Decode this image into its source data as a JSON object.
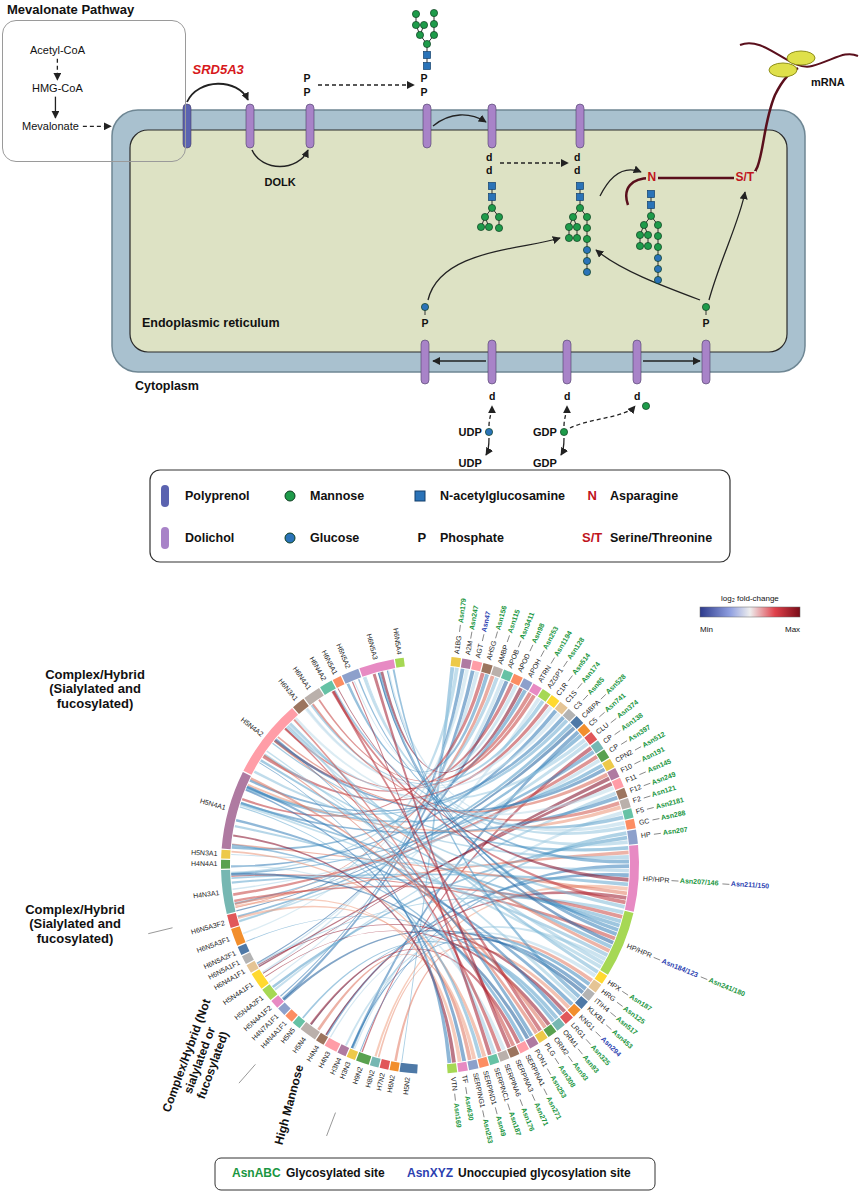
{
  "diagram": {
    "nodes": [
      {
        "text": [
          "Mevalonate Pathway"
        ]
      },
      {
        "text": [
          "Acetyl-CoA"
        ],
        "in": 0
      },
      {
        "text": [
          "HMG-CoA"
        ],
        "in": 0
      },
      {
        "text": [
          "Mevalonate"
        ],
        "in": 0
      },
      {
        "text": [
          "Endoplasmic reticulum"
        ]
      }
    ],
    "edges": [
      {
        "from": 1,
        "to": 2,
        "arrow": "to"
      },
      {
        "from": 2,
        "to": 3,
        "arrow": "to"
      },
      {
        "from": 3,
        "to": 4,
        "arrow": "to"
      }
    ],
    "labels": [
      "SRD5A3",
      "DOLK",
      "P",
      "P",
      "P",
      "P",
      "d",
      "d",
      "d",
      "d",
      "N",
      "S/T",
      "mRNA",
      "P",
      "P",
      "d",
      "d",
      "d",
      "UDP",
      "GDP",
      "UDP",
      "GDP",
      "Cytoplasm",
      "N",
      "P",
      "S/T",
      "log₂ fold-change",
      "Max",
      "Min",
      "AsnABC",
      "AsnXYZ",
      "Complex/Hybrid (Sialylated and fucosylated)",
      "Complex/Hybrid (Sialylated and fucosylated)",
      "Complex/Hybrid (Not sialylated or fucosylated)",
      "High Mannose",
      "H5N2",
      "H6N2",
      "H7N2",
      "H8N2",
      "H9N2",
      "H3N3",
      "H3N4",
      "H4N3",
      "H4N4",
      "H5N4",
      "H5N5",
      "H4N4A1F1",
      "H4N7A1F1",
      "H5N4A1F2",
      "H5N4A2F1",
      "H5N4A1F1",
      "H6N4A1F1",
      "H6N5A1F1",
      "H6N5A2F1",
      "H6N5A3F1",
      "H6N5A3F2",
      "H4N3A1",
      "H4N4A1",
      "H5N3A1",
      "H5N4A1",
      "H5N4A2",
      "H6N3A1",
      "H6N4A1",
      "H6N4A2",
      "H6N5A1",
      "H6N5A2",
      "H6N5A3",
      "H6N5A4",
      "A1BG",
      "Asn179",
      "A2M",
      "Asn247",
      "AGT",
      "Asn47",
      "AHSG",
      "Asn156",
      "AMBP",
      "Asn115",
      "APOB",
      "Asn3411",
      "APOD",
      "Asn98",
      "APOH",
      "Asn253",
      "ATRN",
      "Asn1194",
      "AZGP1",
      "Asn128",
      "C1R",
      "Asn514",
      "C1S",
      "Asn174",
      "C3",
      "Asn85",
      "C4BPA",
      "Asn528",
      "C5",
      "Asn741",
      "CLU",
      "Asn374",
      "CP",
      "Asn138",
      "CP",
      "Asn397",
      "CPN2",
      "Asn512",
      "F10",
      "Asn191",
      "F11",
      "Asn145",
      "F12",
      "Asn249",
      "F2",
      "Asn121",
      "F5",
      "Asn2181",
      "GC",
      "Asn288",
      "HP",
      "Asn207",
      "HP/HPR",
      "Asn207/146",
      "Asn211/150",
      "HP/HPR",
      "Asn184/123",
      "Asn241/180",
      "HPX",
      "Asn187",
      "HRG",
      "Asn125",
      "ITIH4",
      "Asn517",
      "KLKB1",
      "Asn453",
      "KNG1",
      "Asn294",
      "LRG1",
      "Asn325",
      "ORM1",
      "Asn93",
      "ORM2",
      "Asn93",
      "PLG",
      "Asn308",
      "PON1",
      "Asn253",
      "SERPINA1",
      "Asn271",
      "SERPINA3",
      "Asn271",
      "SERPINA6",
      "Asn176",
      "SERPINC1",
      "Asn187",
      "SERPIND1",
      "Asn49",
      "SERPING1",
      "Asn253",
      "TF",
      "Asn630",
      "VTN",
      "Asn169"
    ],
    "legend": [
      {
        "text": "Polyprenol",
        "color": "#5b63b0"
      },
      {
        "text": "Mannose"
      },
      {
        "text": "N-acetylglucosamine"
      },
      {
        "text": "Asparagine"
      },
      {
        "text": "Dolichol",
        "color": "#a883c8"
      },
      {
        "text": "Glucose"
      },
      {
        "text": "Phosphate"
      },
      {
        "text": "Serine/Threonine"
      },
      {
        "text": "Glycosylated site"
      },
      {
        "text": "Unoccupied glycosylation site"
      }
    ]
  }
}
